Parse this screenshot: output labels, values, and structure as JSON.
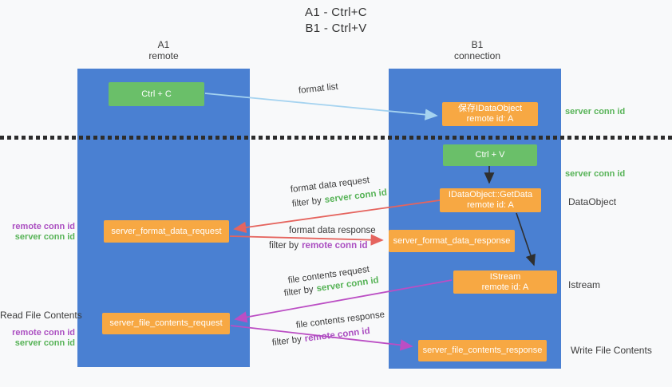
{
  "title_lines": [
    "A1 - Ctrl+C",
    "B1 - Ctrl+V"
  ],
  "lanes": {
    "left": {
      "name": "A1",
      "role": "remote"
    },
    "right": {
      "name": "B1",
      "role": "connection"
    }
  },
  "boxes": {
    "ctrl_c": {
      "label": "Ctrl + C"
    },
    "ctrl_v": {
      "label": "Ctrl + V"
    },
    "save_dataobject": {
      "title": "保存IDataObject",
      "subtitle": "remote id: A"
    },
    "getdata": {
      "title": "IDataObject::GetData",
      "subtitle": "remote id: A"
    },
    "istream": {
      "title": "IStream",
      "subtitle": "remote id: A"
    },
    "format_request": {
      "label": "server_format_data_request"
    },
    "format_response": {
      "label": "server_format_data_response"
    },
    "file_request": {
      "label": "server_file_contents_request"
    },
    "file_response": {
      "label": "server_file_contents_response"
    }
  },
  "flows": {
    "format_list": {
      "text": "format list"
    },
    "format_data_request": {
      "text": "format data request"
    },
    "filter_server_1": {
      "prefix": "filter by",
      "highlight": "server conn id"
    },
    "format_data_response": {
      "text": "format data response"
    },
    "filter_remote_1": {
      "prefix": "filter by",
      "highlight": "remote conn id"
    },
    "file_contents_request": {
      "text": "file contents request"
    },
    "filter_server_2": {
      "prefix": "filter by",
      "highlight": "server conn id"
    },
    "file_contents_response": {
      "text": "file contents response"
    },
    "filter_remote_2": {
      "prefix": "filter by",
      "highlight": "remote conn id"
    }
  },
  "side_labels": {
    "right": [
      {
        "text": "server conn id"
      },
      {
        "text": "server conn id"
      },
      {
        "text": "DataObject"
      },
      {
        "text": "Istream"
      },
      {
        "text": "Write File Contents"
      }
    ],
    "left": [
      {
        "text": "remote conn id"
      },
      {
        "text": "server conn id"
      },
      {
        "text": "Read File Contents"
      },
      {
        "text": "remote conn id"
      },
      {
        "text": "server conn id"
      }
    ]
  },
  "colors": {
    "lane_blue": "#4a80d2",
    "box_green": "#6abf69",
    "box_orange": "#f7a843",
    "arrow_red": "#e5645e",
    "arrow_magenta": "#bb4ec4",
    "arrow_blue": "#a5d3f0",
    "arrow_black": "#2f2f2f",
    "text_green": "#57b357",
    "text_purple": "#ab4fc1",
    "background": "#f8f9fa"
  }
}
